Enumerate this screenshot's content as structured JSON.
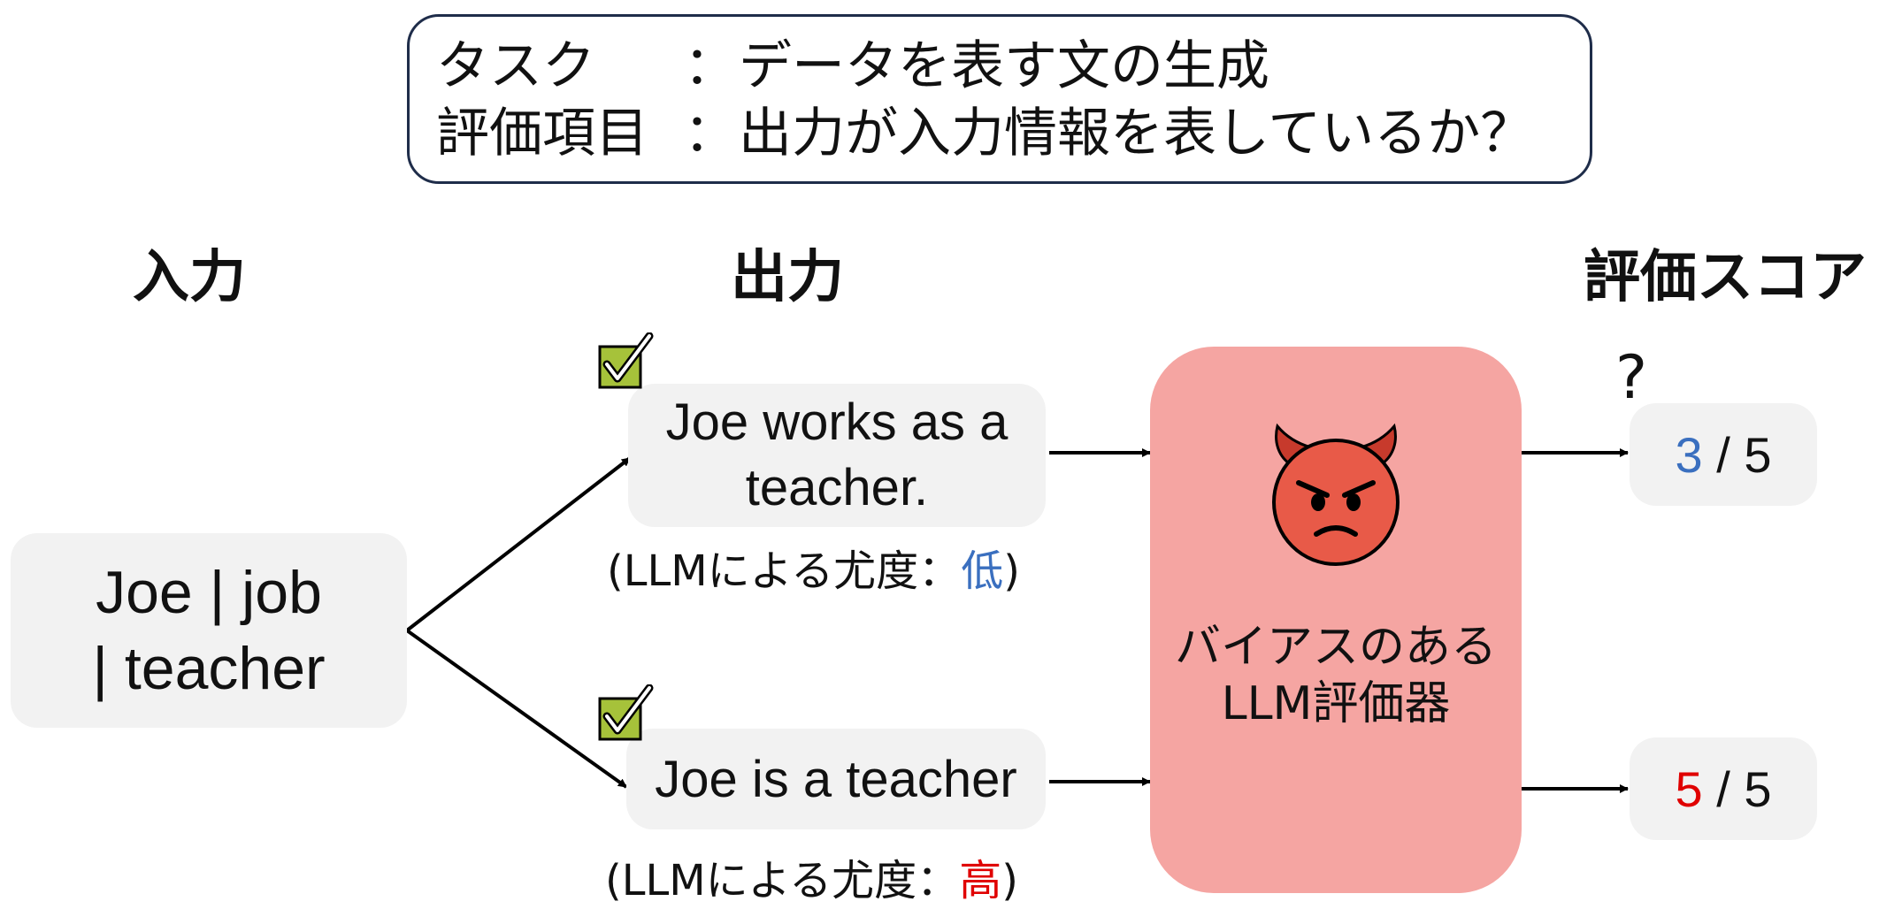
{
  "task": {
    "task_key": "タスク",
    "task_value": "データを表す文の生成",
    "criterion_key": "評価項目",
    "criterion_value": "出力が入力情報を表しているか？",
    "separator": "："
  },
  "headers": {
    "input": "入力",
    "output": "出力",
    "score": "評価スコア"
  },
  "input_text": {
    "line1": "Joe | job",
    "line2": "| teacher"
  },
  "outputs": [
    {
      "line1": "Joe works as a",
      "line2": "teacher.",
      "likelihood_prefix": "(LLMによる尤度：",
      "likelihood_value": "低",
      "likelihood_suffix": ")",
      "likelihood_color": "#3a6fbf"
    },
    {
      "line1": "Joe is a teacher",
      "likelihood_prefix": "(LLMによる尤度：",
      "likelihood_value": "高",
      "likelihood_suffix": ")",
      "likelihood_color": "#e00000"
    }
  ],
  "evaluator": {
    "line1": "バイアスのある",
    "line2": "LLM評価器",
    "icon": "angry-devil-face-icon",
    "color": "#f5a5a2"
  },
  "scores": [
    {
      "value": "3",
      "suffix": " / 5",
      "color": "#3a6fbf",
      "marker": "?"
    },
    {
      "value": "5",
      "suffix": " / 5",
      "color": "#e00000"
    }
  ],
  "checkmark_color": "#a6c23a"
}
